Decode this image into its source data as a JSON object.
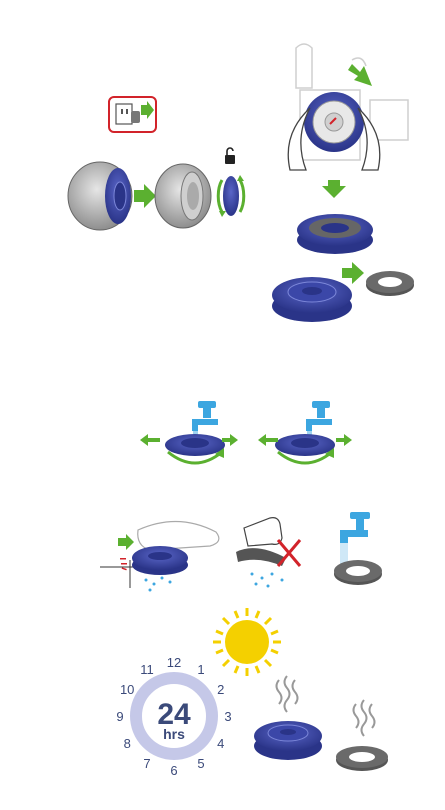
{
  "clock": {
    "big": "24",
    "unit": "hrs",
    "hours": [
      "12",
      "1",
      "2",
      "3",
      "4",
      "5",
      "6",
      "7",
      "8",
      "9",
      "10",
      "11"
    ]
  },
  "colors": {
    "arrow_green": "#5bb030",
    "filter_blue": "#3b47a8",
    "clock_ring": "#c5c8e8",
    "clock_text": "#3b4a7a",
    "sun": "#f4d000",
    "warn_red": "#d2232a",
    "water": "#3ca6e0",
    "gasket_gray": "#555555"
  },
  "icons": [
    "plug-icon",
    "unlock-icon",
    "tap-icon",
    "sun-icon",
    "steam-icon",
    "cross-icon"
  ]
}
